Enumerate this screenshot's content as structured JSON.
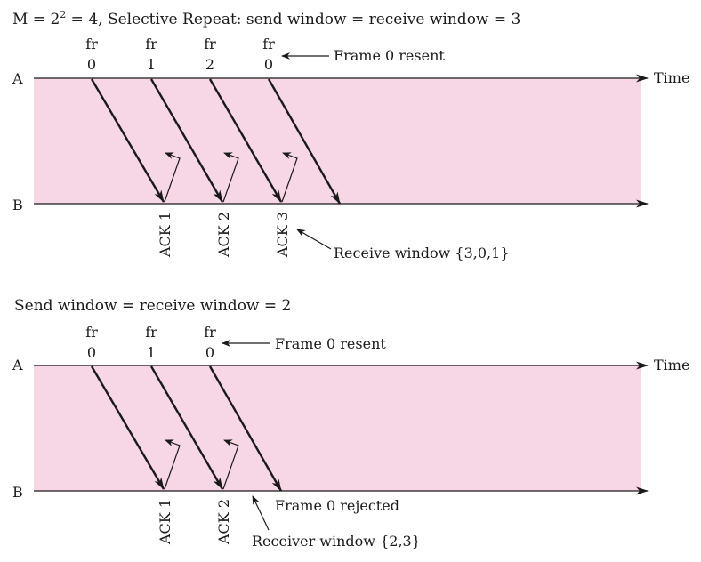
{
  "colors": {
    "band": "#f7d6e6",
    "ink": "#1a1a1a"
  },
  "top": {
    "title_prefix": "M = 2",
    "title_exp": "2",
    "title_rest": " = 4, Selective Repeat: send window = receive window = 3",
    "line_a": "A",
    "line_b": "B",
    "time": "Time",
    "frames": [
      {
        "fr": "fr",
        "num": "0"
      },
      {
        "fr": "fr",
        "num": "1"
      },
      {
        "fr": "fr",
        "num": "2"
      },
      {
        "fr": "fr",
        "num": "0"
      }
    ],
    "resent_note": "Frame 0 resent",
    "acks": [
      "ACK 1",
      "ACK 2",
      "ACK 3"
    ],
    "receive_window_note": "Receive window {3,0,1}"
  },
  "bottom": {
    "title": "Send window = receive window = 2",
    "line_a": "A",
    "line_b": "B",
    "time": "Time",
    "frames": [
      {
        "fr": "fr",
        "num": "0"
      },
      {
        "fr": "fr",
        "num": "1"
      },
      {
        "fr": "fr",
        "num": "0"
      }
    ],
    "resent_note": "Frame 0 resent",
    "acks": [
      "ACK 1",
      "ACK 2"
    ],
    "rejected_note": "Frame 0 rejected",
    "receiver_window_note": "Receiver window {2,3}"
  }
}
